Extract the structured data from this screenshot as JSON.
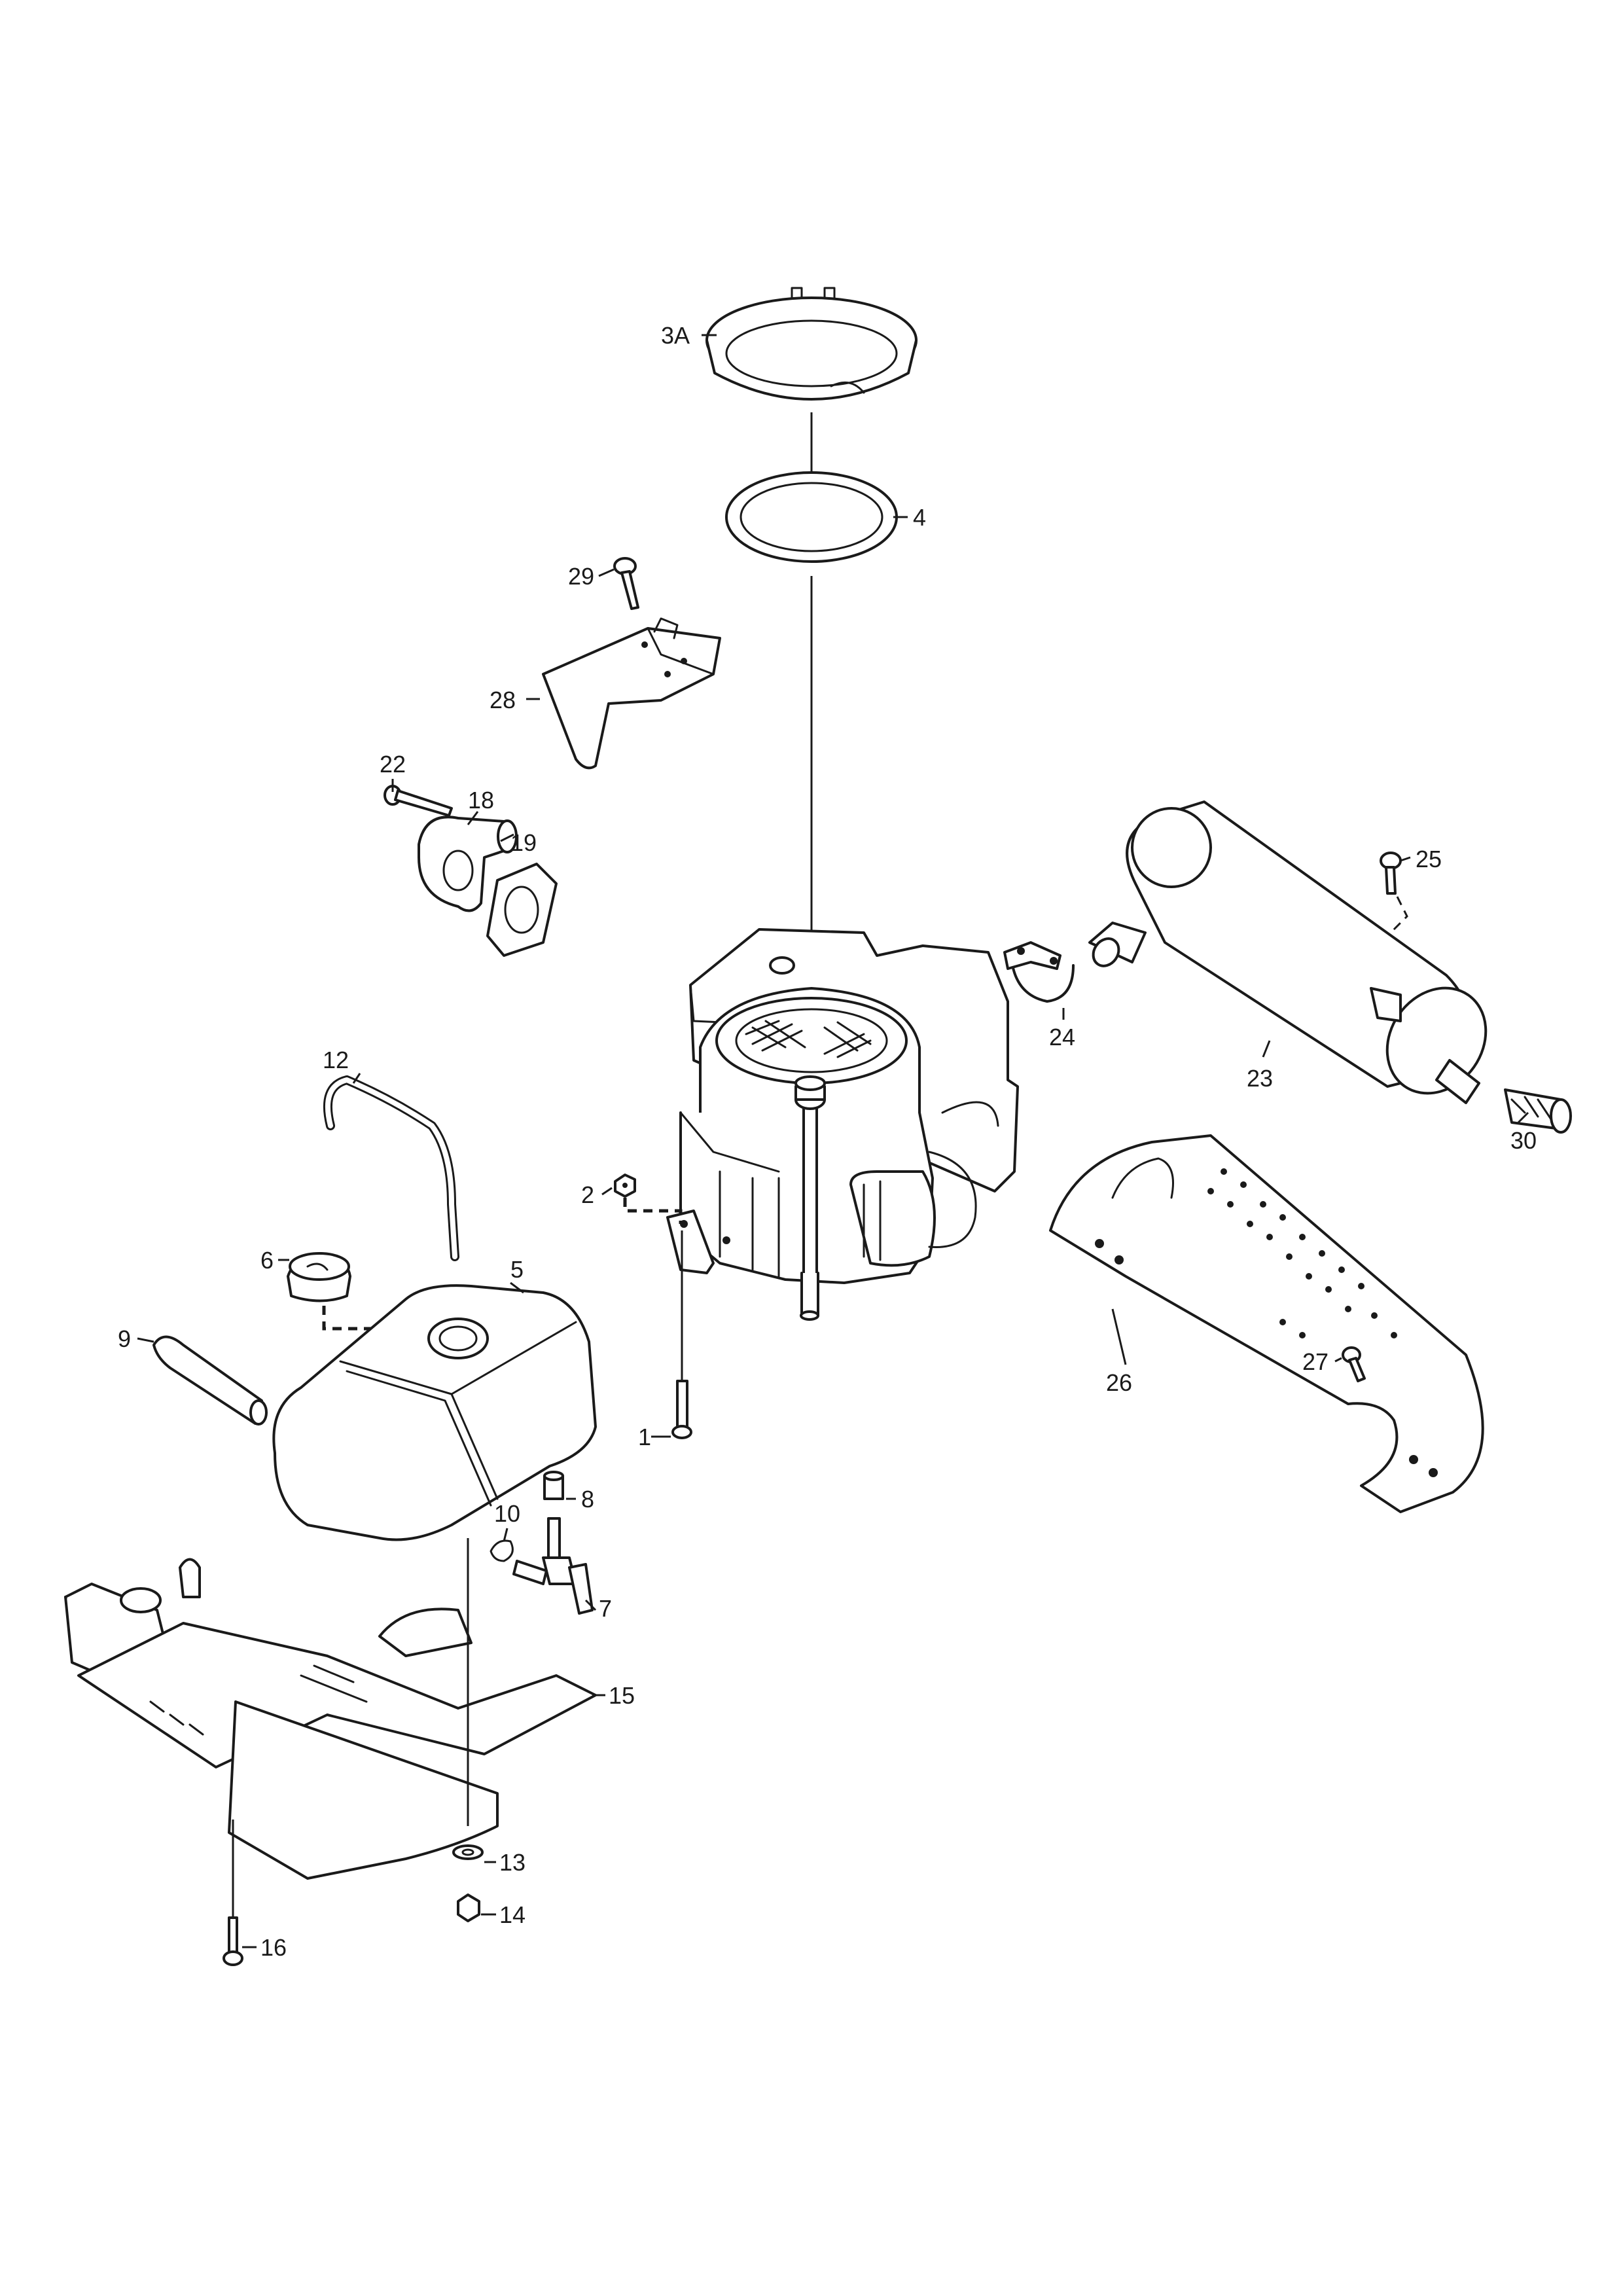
{
  "diagram": {
    "callouts": {
      "c1": "1",
      "c2": "2",
      "c3a": "3A",
      "c4": "4",
      "c5": "5",
      "c6": "6",
      "c7": "7",
      "c8": "8",
      "c9": "9",
      "c10": "10",
      "c12": "12",
      "c13": "13",
      "c14": "14",
      "c15": "15",
      "c16": "16",
      "c18": "18",
      "c19": "19",
      "c22": "22",
      "c23": "23",
      "c24": "24",
      "c25": "25",
      "c26": "26",
      "c27": "27",
      "c28": "28",
      "c29": "29",
      "c30": "30"
    }
  }
}
